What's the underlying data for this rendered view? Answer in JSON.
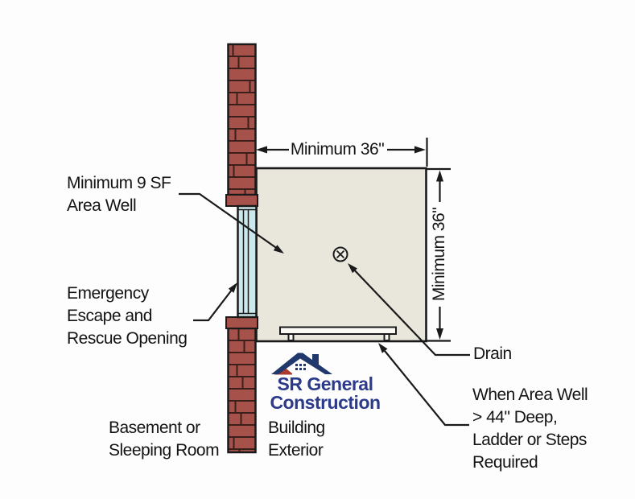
{
  "dimensions": {
    "top_width": "Minimum 36\"",
    "right_depth": "Minimum 36\""
  },
  "labels": {
    "area_well": [
      "Minimum 9 SF",
      "Area Well"
    ],
    "egress_opening": [
      "Emergency",
      "Escape and",
      "Rescue Opening"
    ],
    "basement": [
      "Basement or",
      "Sleeping Room"
    ],
    "building_exterior": [
      "Building",
      "Exterior"
    ],
    "drain": "Drain",
    "ladder_note": [
      "When Area Well",
      "> 44\" Deep,",
      "Ladder or Steps",
      "Required"
    ]
  },
  "logo": {
    "line1": "SR General",
    "line2": "Construction"
  },
  "icons": {
    "drain": "circle-x-drain-symbol",
    "logo": "house-roof-icon"
  },
  "colors": {
    "brick": "#a6524a",
    "brick_joint": "#3a1f1a",
    "well_fill": "#e9e6db",
    "window_glass": "#cbe9ec",
    "line": "#1a1a1a",
    "logo_blue": "#2b3a8a",
    "logo_roof": "#20386b",
    "logo_red": "#a93b31",
    "background": "#fdfdfd"
  }
}
